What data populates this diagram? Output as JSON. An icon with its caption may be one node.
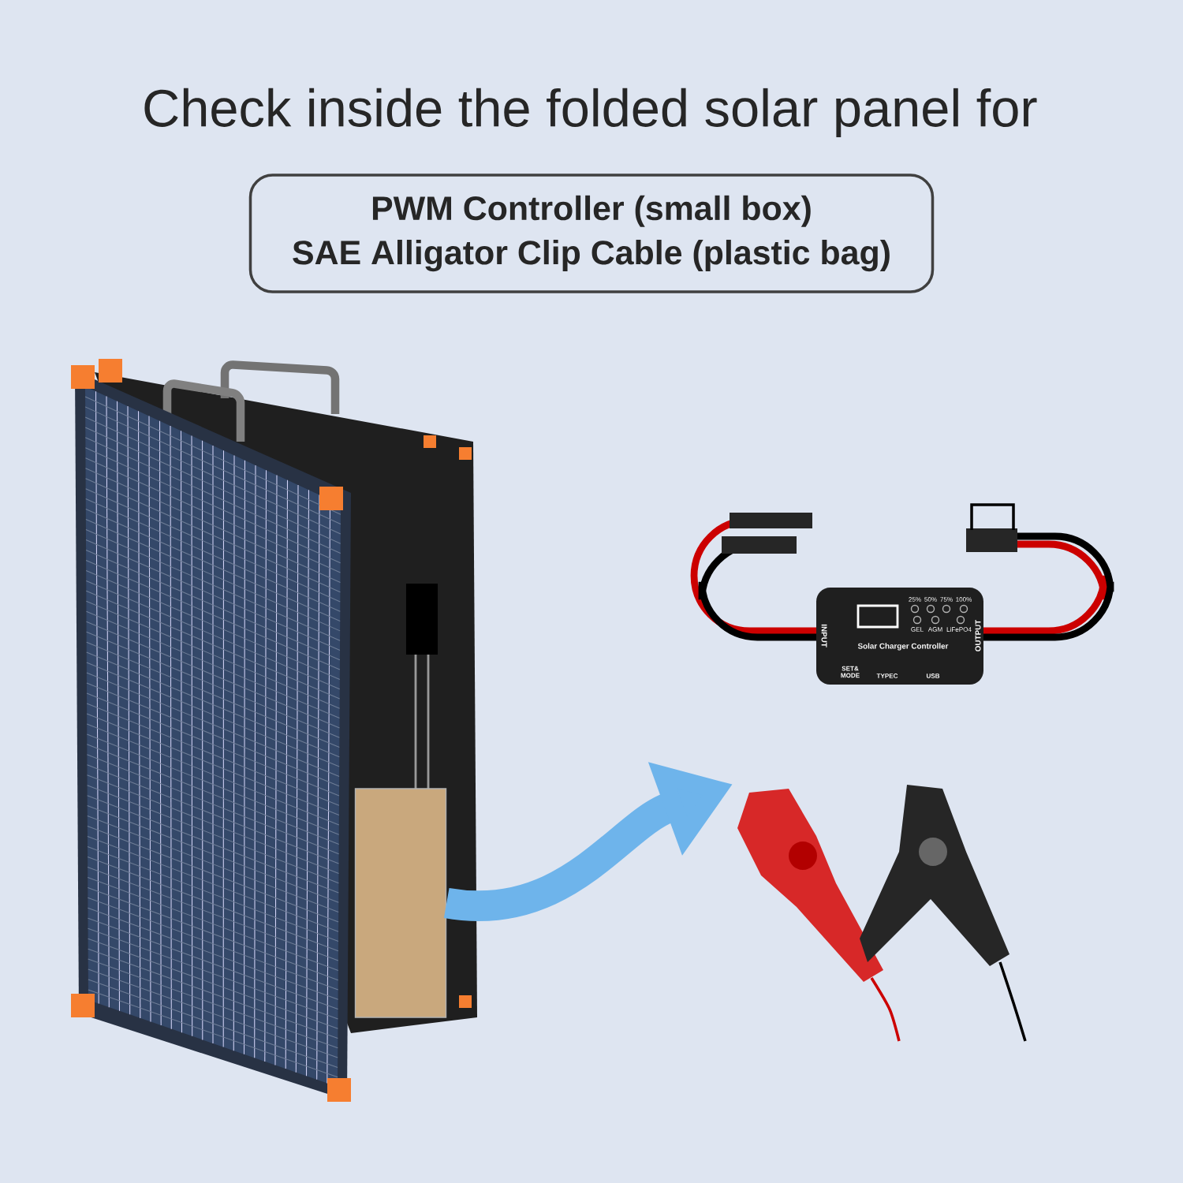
{
  "diagram": {
    "title": "Check inside the folded solar panel for",
    "nodes": [
      {
        "text": [
          "PWM Controller (small box)",
          "SAE Alligator Clip Cable (plastic bag)"
        ]
      },
      {
        "text": [],
        "shape": "box"
      },
      {
        "text": [],
        "shape": "picture"
      }
    ],
    "edges": [
      {
        "from": 1,
        "to": 2,
        "arrow": "to"
      }
    ],
    "labels": [
      "25%",
      "50%",
      "75%",
      "100%",
      "GEL",
      "AGM",
      "LiFePO4",
      "INPUT",
      "OUTPUT",
      "Solar Charger Controller",
      "SET& MODE",
      "TYPEC",
      "USB"
    ]
  }
}
